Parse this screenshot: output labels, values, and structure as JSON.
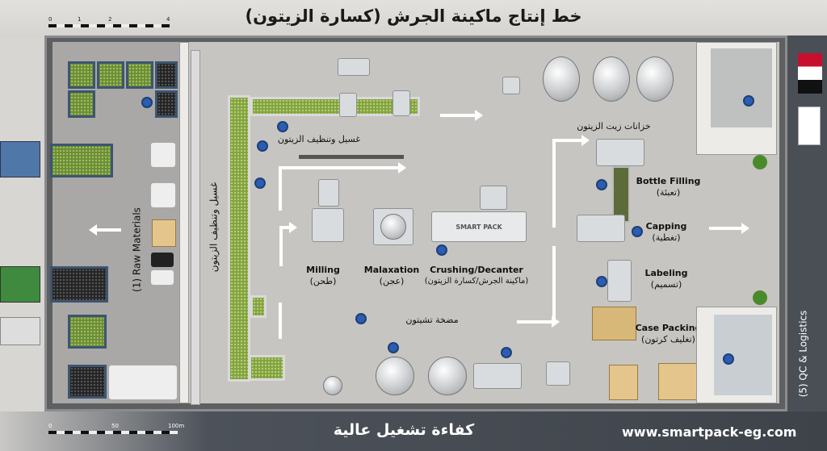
{
  "header": {
    "title": "خط إنتاج ماكينة الجرش (كسارة الزيتون)",
    "scale_ticks": [
      "0",
      "1",
      "2",
      "4"
    ]
  },
  "footer": {
    "slogan": "كفاءة تشغيل عالية",
    "url": "www.smartpack-eg.com",
    "scale_ticks": [
      "0",
      "50",
      "100m"
    ]
  },
  "zones": {
    "raw_materials": "(1) Raw Materials",
    "washing_vertical": "غسيل وتنظيف الزيتون",
    "washing_top": "غسيل وتنظيف الزيتون",
    "milling": {
      "en": "Milling",
      "ar": "(طحن)"
    },
    "malaxation": {
      "en": "Malaxation",
      "ar": "(عجن)"
    },
    "crushing": {
      "en": "Crushing/Decanter",
      "ar": "(ماكينة الجرش/كسارة الزيتون)"
    },
    "pump": "مضخة تشيتون",
    "tanks": "خزانات زيت الزيتون",
    "bottle_filling": {
      "en": "Bottle Filling",
      "ar": "(تعبئة)"
    },
    "capping": {
      "en": "Capping",
      "ar": "(تغطية)"
    },
    "labeling": {
      "en": "Labeling",
      "ar": "(تسميم)"
    },
    "case_packing": {
      "en": "Case Packing",
      "ar": "(تغليف كرتون)"
    },
    "qc": "(5) QC & Logistics"
  },
  "machine_brand": "SMART PACK",
  "colors": {
    "olive": "#7fa043",
    "worker": "#2b5db0",
    "road": "#4a4f56"
  }
}
